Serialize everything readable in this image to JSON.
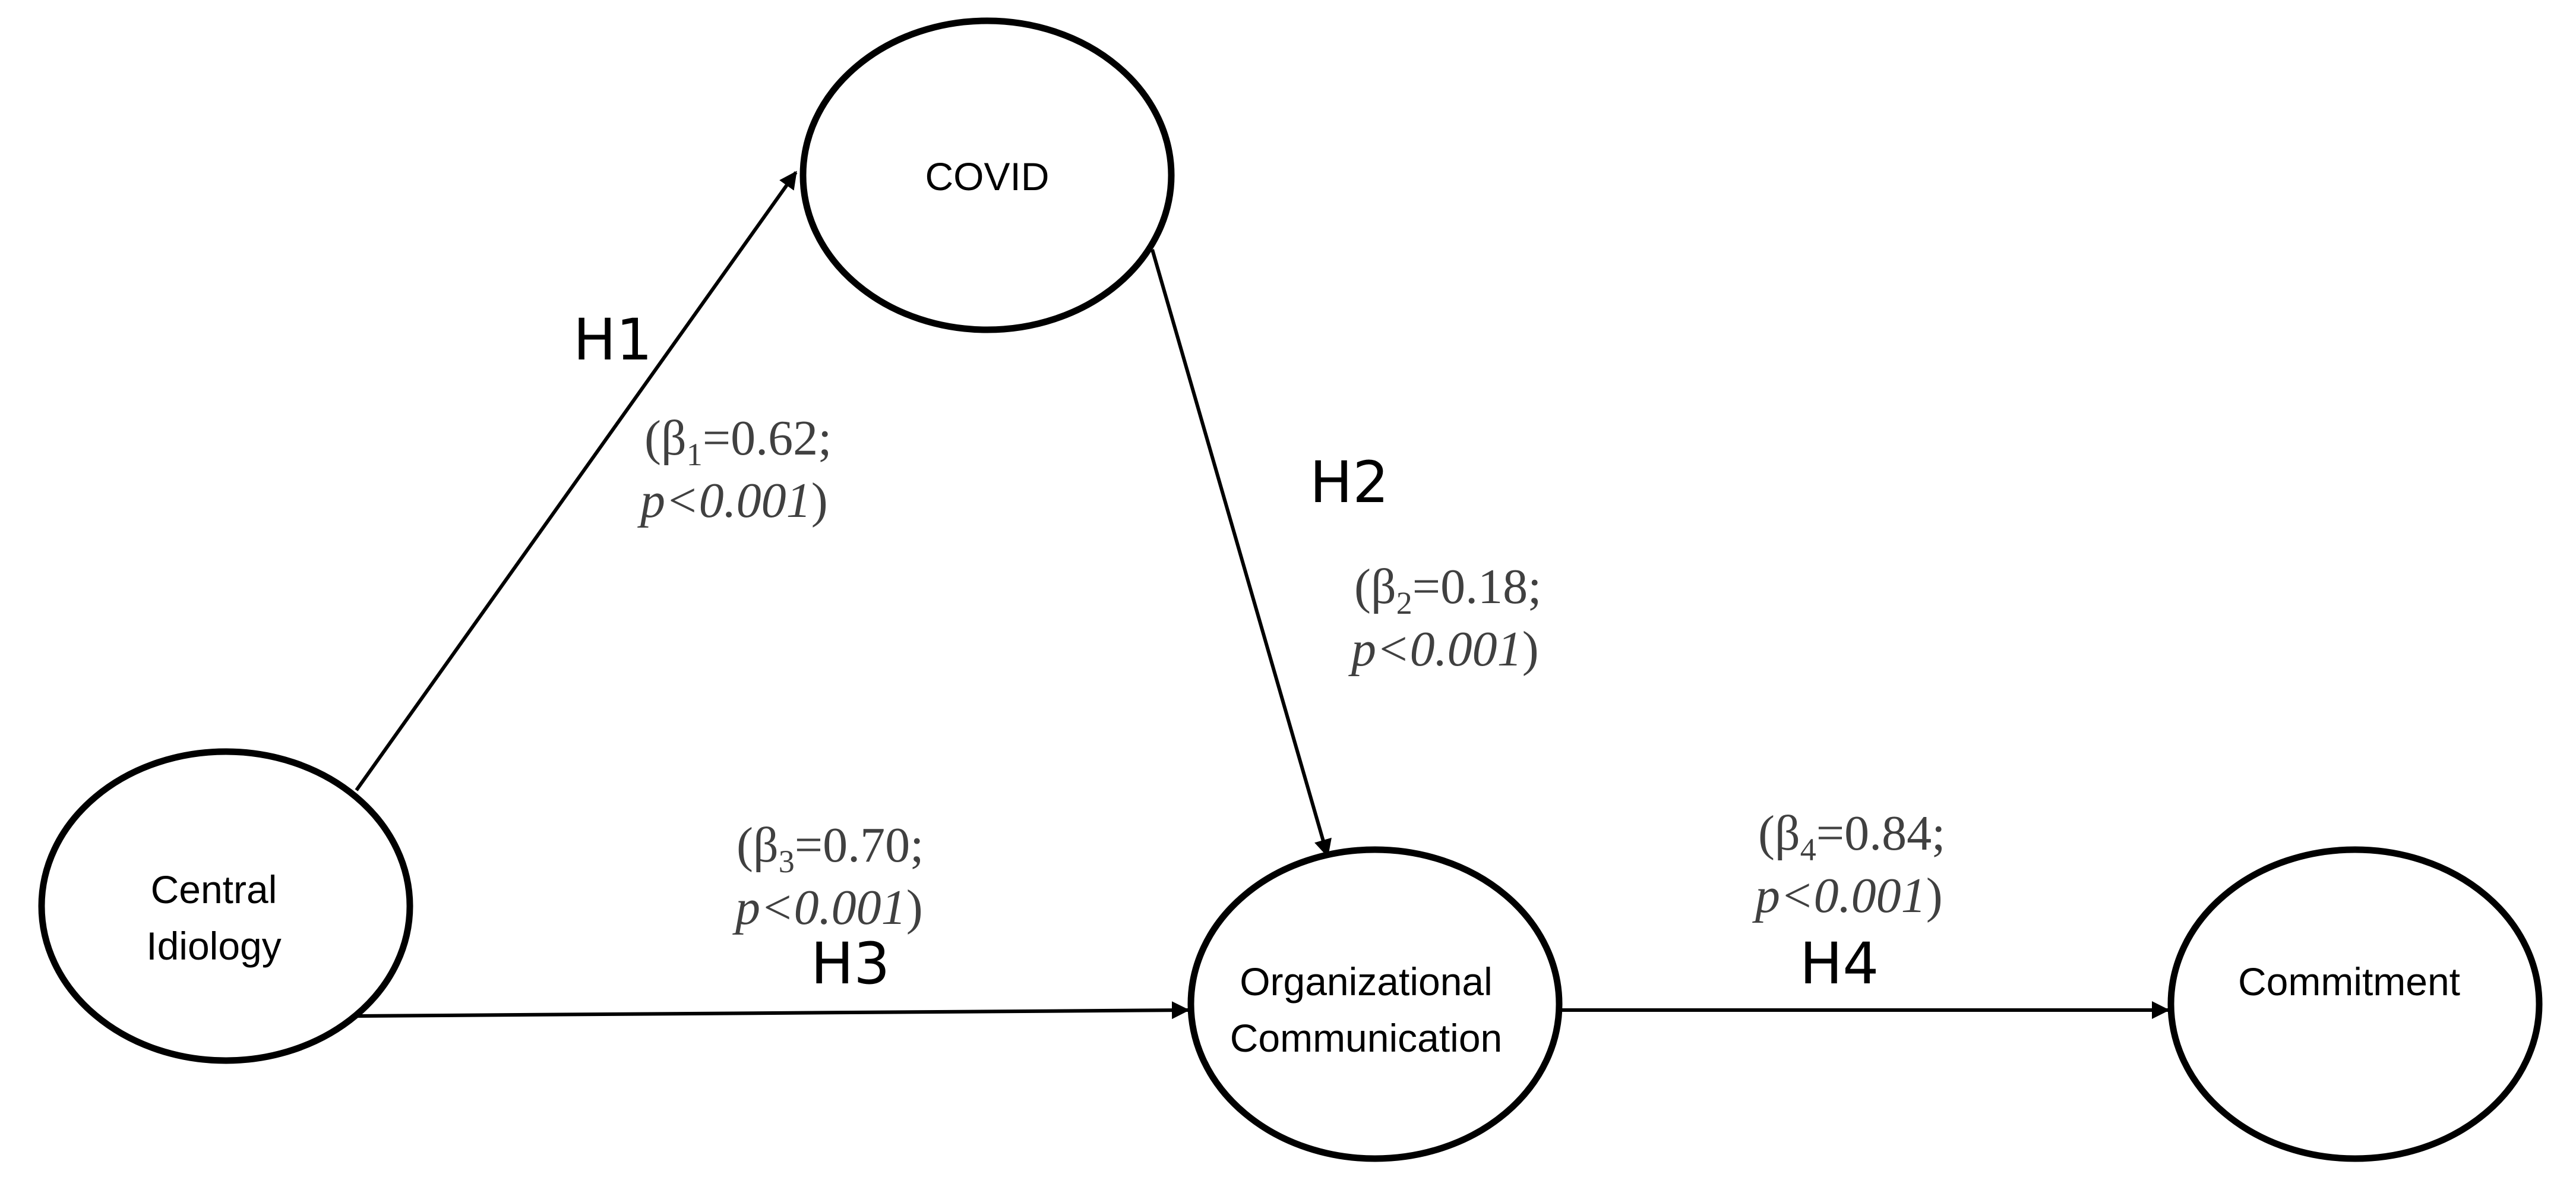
{
  "diagram": {
    "nodes": {
      "covid": {
        "lines": [
          "COVID"
        ]
      },
      "central": {
        "lines": [
          "Central",
          "Idiology"
        ]
      },
      "orgcomm": {
        "lines": [
          "Organizational",
          "Communication"
        ]
      },
      "commitment": {
        "lines": [
          "Commitment"
        ]
      }
    },
    "edges": {
      "h1": {
        "from": "Central Idiology",
        "to": "COVID",
        "label": "H1",
        "beta_symbol": "β",
        "beta_sub": "1",
        "beta_value": "=0.62;",
        "open_paren": "(",
        "p_text": "p<0.001",
        "close_paren": ")"
      },
      "h2": {
        "from": "COVID",
        "to": "Organizational Communication",
        "label": "H2",
        "beta_symbol": "β",
        "beta_sub": "2",
        "beta_value": "=0.18;",
        "open_paren": "(",
        "p_text": "p<0.001",
        "close_paren": ")"
      },
      "h3": {
        "from": "Central Idiology",
        "to": "Organizational Communication",
        "label": "H3",
        "beta_symbol": "β",
        "beta_sub": "3",
        "beta_value": "=0.70;",
        "open_paren": "(",
        "p_text": "p<0.001",
        "close_paren": ")"
      },
      "h4": {
        "from": "Organizational Communication",
        "to": "Commitment",
        "label": "H4",
        "beta_symbol": "β",
        "beta_sub": "4",
        "beta_value": "=0.84;",
        "open_paren": "(",
        "p_text": "p<0.001",
        "close_paren": ")"
      }
    }
  }
}
